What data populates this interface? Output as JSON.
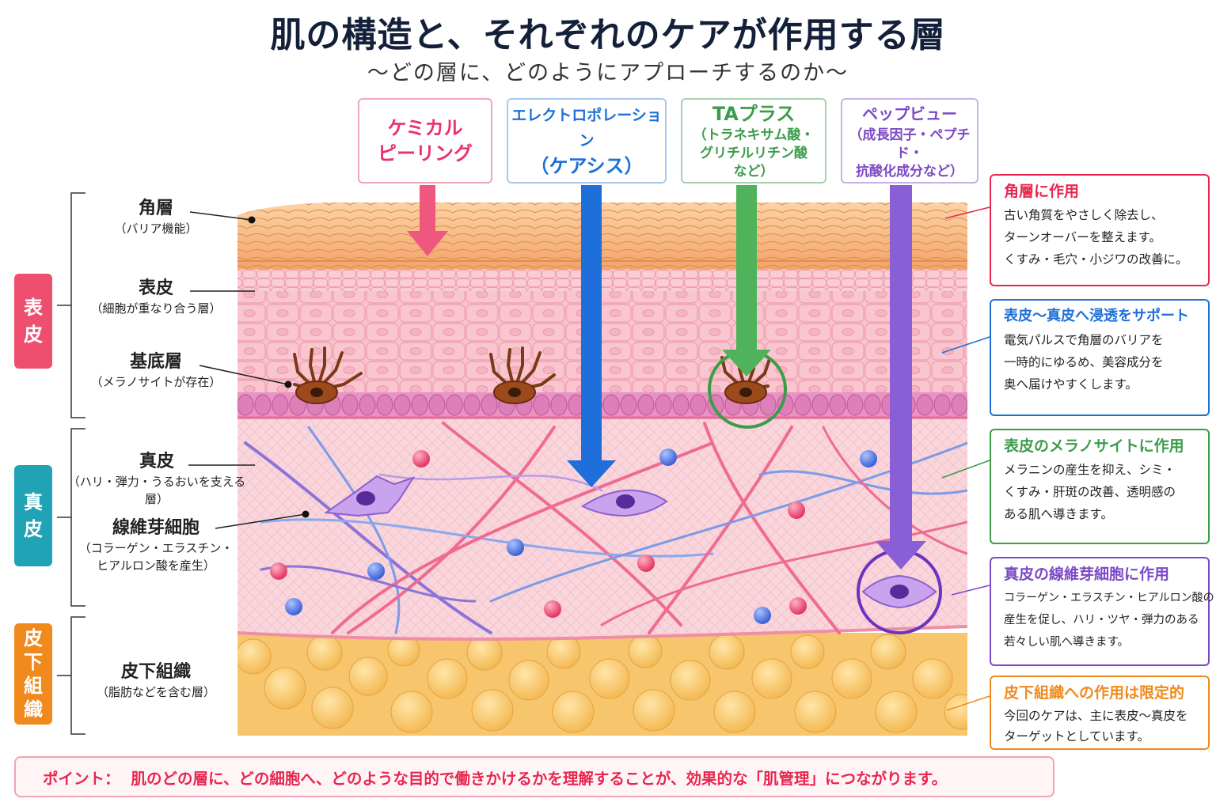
{
  "title": "肌の構造と、それぞれのケアが作用する層",
  "subtitle": "〜どの層に、どのようにアプローチするのか〜",
  "treatments": [
    {
      "line1": "ケミカル",
      "line2": "ピーリング",
      "color": "#e8336b"
    },
    {
      "line1": "エレクトロポレーション",
      "line2": "（ケアシス）",
      "color": "#1e6fd9"
    },
    {
      "line1": "TAプラス",
      "sub1": "（トラネキサム酸・",
      "sub2": "グリチルリチン酸",
      "sub3": "など）",
      "color": "#3c9c4a"
    },
    {
      "line1": "ペップビュー",
      "sub1": "（成長因子・ペプチド・",
      "sub2": "抗酸化成分など）",
      "color": "#7b49c6"
    }
  ],
  "layers": [
    {
      "name": "角層",
      "sub": "（バリア機能）"
    },
    {
      "name": "表皮",
      "sub": "（細胞が重なり合う層）"
    },
    {
      "name": "基底層",
      "sub": "（メラノサイトが存在）"
    },
    {
      "name": "真皮",
      "sub": "（ハリ・弾力・うるおいを支える層）"
    },
    {
      "name": "線維芽細胞",
      "sub1": "（コラーゲン・エラスチン・",
      "sub2": "ヒアルロン酸を産生）"
    },
    {
      "name": "皮下組織",
      "sub": "（脂肪などを含む層）"
    }
  ],
  "tags": [
    {
      "chars": [
        "表",
        "皮"
      ],
      "color": "#ef4f6e"
    },
    {
      "chars": [
        "真",
        "皮"
      ],
      "color": "#1fa3b5"
    },
    {
      "chars": [
        "皮",
        "下",
        "組",
        "織"
      ],
      "color": "#f08a1c"
    }
  ],
  "effects": [
    {
      "heading": "角層に作用",
      "lines": [
        "古い角質をやさしく除去し、",
        "ターンオーバーを整えます。",
        "くすみ・毛穴・小ジワの改善に。"
      ],
      "color": "#e8264f"
    },
    {
      "heading": "表皮〜真皮へ浸透をサポート",
      "lines": [
        "電気パルスで角層のバリアを",
        "一時的にゆるめ、美容成分を",
        "奥へ届けやすくします。"
      ],
      "color": "#1e6fd9"
    },
    {
      "heading": "表皮のメラノサイトに作用",
      "lines": [
        "メラニンの産生を抑え、シミ・",
        "くすみ・肝斑の改善、透明感の",
        "ある肌へ導きます。"
      ],
      "color": "#3c9c4a"
    },
    {
      "heading": "真皮の線維芽細胞に作用",
      "lines": [
        "コラーゲン・エラスチン・ヒアルロン酸の",
        "産生を促し、ハリ・ツヤ・弾力のある",
        "若々しい肌へ導きます。"
      ],
      "color": "#7b49c6"
    },
    {
      "heading": "皮下組織への作用は限定的",
      "lines": [
        "今回のケアは、主に表皮〜真皮を",
        "ターゲットとしています。"
      ],
      "color": "#f08a1c"
    }
  ],
  "point": {
    "label": "ポイント：",
    "text": "肌のどの層に、どの細胞へ、どのような目的で働きかけるかを理解することが、効果的な「肌管理」につながります。"
  }
}
